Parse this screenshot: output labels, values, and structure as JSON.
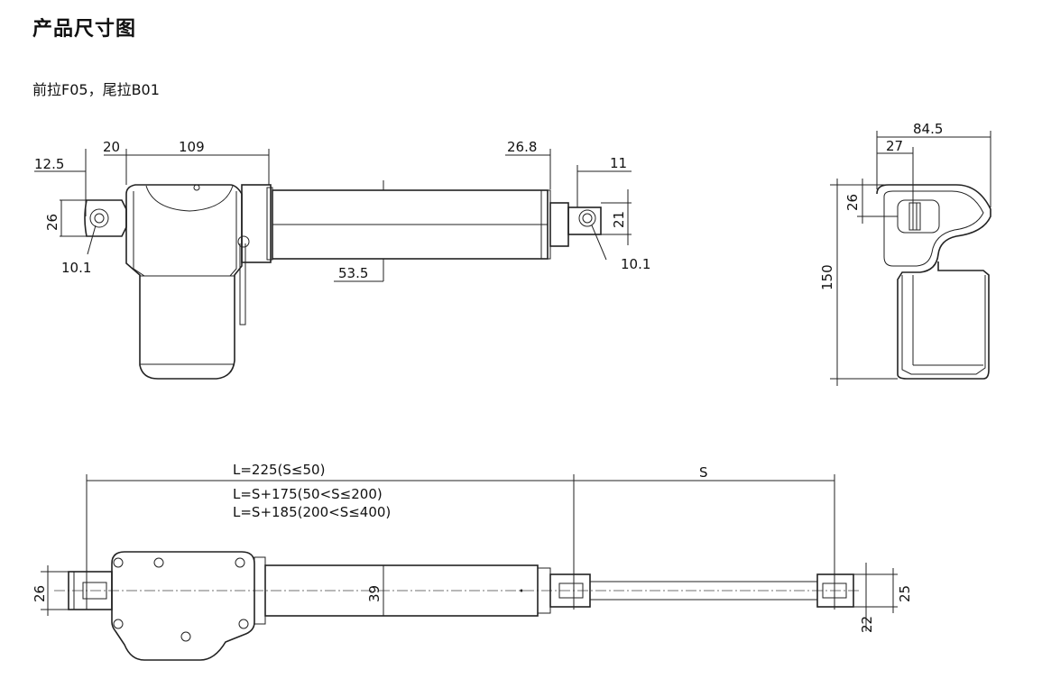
{
  "page": {
    "title": "产品尺寸图",
    "subtitle": "前拉F05，尾拉B01"
  },
  "side_view": {
    "dim_12_5": "12.5",
    "dim_20": "20",
    "dim_109": "109",
    "dim_26_8": "26.8",
    "dim_11": "11",
    "dim_26": "26",
    "dim_21": "21",
    "dim_10_1_left": "10.1",
    "dim_10_1_right": "10.1",
    "dim_53_5": "53.5"
  },
  "end_view": {
    "dim_84_5": "84.5",
    "dim_27": "27",
    "dim_26": "26",
    "dim_150": "150"
  },
  "top_view": {
    "length_formula_1": "L=225(S≤50)",
    "length_formula_2": "L=S+175(50<S≤200)",
    "length_formula_3": "L=S+185(200<S≤400)",
    "stroke_label": "S",
    "dim_26": "26",
    "dim_39": "39",
    "dim_25": "25",
    "dim_22": "22"
  }
}
